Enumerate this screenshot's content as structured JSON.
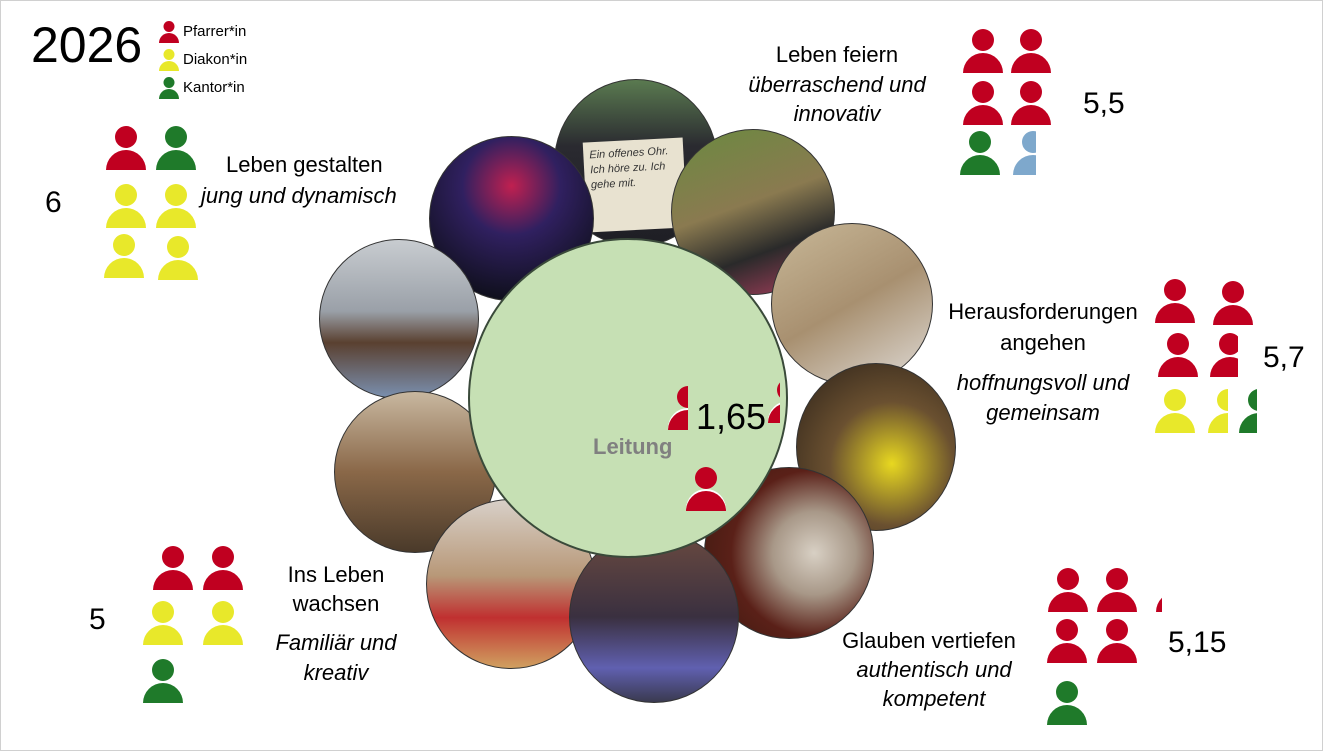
{
  "year": "2026",
  "legend": [
    {
      "label": "Pfarrer*in",
      "color": "#c00020"
    },
    {
      "label": "Diakon*in",
      "color": "#e8e82a"
    },
    {
      "label": "Kantor*in",
      "color": "#1f7a2a"
    }
  ],
  "center": {
    "label": "Leitung",
    "value": "1,65"
  },
  "groups": {
    "feiern": {
      "title": "Leben feiern",
      "subtitle1": "überraschend und",
      "subtitle2": "innovativ",
      "value": "5,5"
    },
    "gestalten": {
      "title": "Leben gestalten",
      "subtitle": "jung und dynamisch",
      "value": "6"
    },
    "herausforderungen": {
      "title1": "Herausforderungen",
      "title2": "angehen",
      "subtitle1": "hoffnungsvoll und",
      "subtitle2": "gemeinsam",
      "value": "5,7"
    },
    "wachsen": {
      "title1": "Ins Leben",
      "title2": "wachsen",
      "subtitle1": "Familiär und",
      "subtitle2": "kreativ",
      "value": "5"
    },
    "glauben": {
      "title": "Glauben vertiefen",
      "subtitle1": "authentisch und",
      "subtitle2": "kompetent",
      "value": "5,15"
    }
  },
  "photo_sign": "Ein offenes Ohr. Ich höre zu. Ich gehe mit.",
  "colors": {
    "center_fill": "#c6e0b4",
    "leitung_text": "#808080",
    "extra": "#7ea8cc"
  }
}
